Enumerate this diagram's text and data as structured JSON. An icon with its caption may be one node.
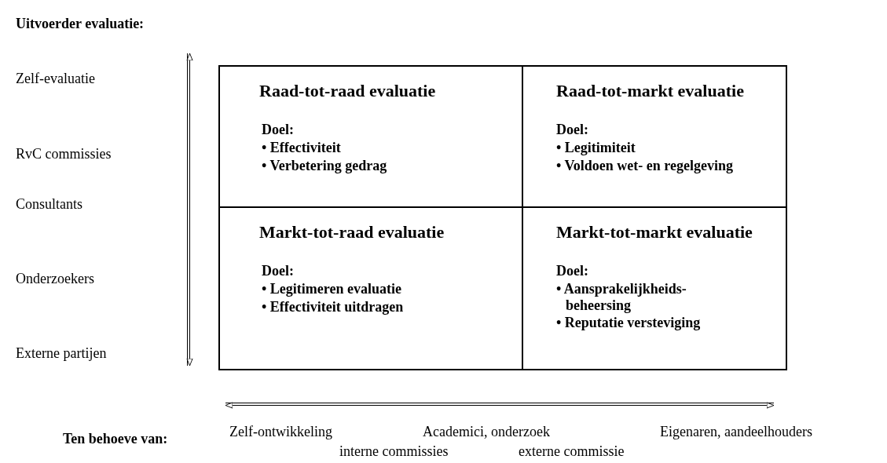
{
  "diagram": {
    "nodes": [
      {
        "text": [
          "Raad-tot-raad evaluatie",
          "Doel:",
          "• Effectiviteit",
          "• Verbetering gedrag"
        ]
      },
      {
        "text": [
          "Raad-tot-markt evaluatie",
          "Doel:",
          "• Legitimiteit",
          "• Voldoen wet- en regelgeving"
        ]
      },
      {
        "text": [
          "Markt-tot-raad evaluatie",
          "Doel:",
          "• Legitimeren evaluatie",
          "• Effectiviteit uitdragen"
        ]
      },
      {
        "text": [
          "Markt-tot-markt evaluatie",
          "Doel:",
          "• Aansprakelijkheids-beheersing",
          "• Reputatie versteviging"
        ]
      }
    ],
    "labels": [
      "Uitvoerder evaluatie:",
      "Zelf-evaluatie",
      "RvC commissies",
      "Consultants",
      "Onderzoekers",
      "Externe partijen",
      "Ten behoeve van:",
      "Zelf-ontwikkeling",
      "Academici, onderzoek",
      "Eigenaren, aandeelhouders",
      "interne commissies",
      "externe commissie"
    ]
  }
}
